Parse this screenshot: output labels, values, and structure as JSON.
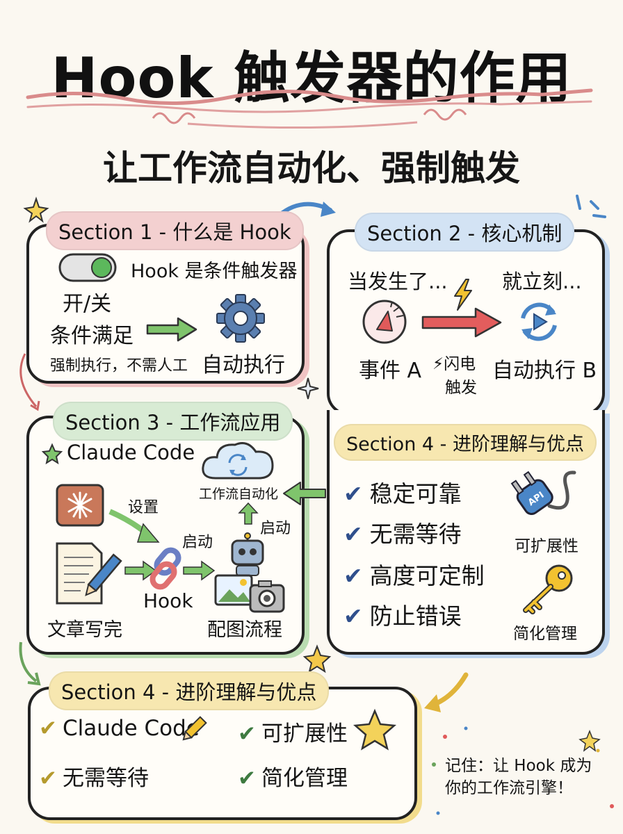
{
  "header": {
    "title": "Hook 触发器的作用",
    "subtitle": "让工作流自动化、强制触发"
  },
  "colors": {
    "red_tint": "#f3d0d0",
    "blue_tint": "#d3e3f4",
    "green_tint": "#d8ebd4",
    "yellow_tint": "#f7e7b0"
  },
  "section1": {
    "tag": "Section 1 - 什么是 Hook",
    "definition": "Hook 是条件触发器",
    "toggle_label": "开/关",
    "condition": "条件满足",
    "forced": "强制执行，不需人工",
    "auto_exec": "自动执行",
    "icons": [
      "toggle-switch-icon",
      "arrow-right-icon",
      "gear-icon"
    ]
  },
  "section2": {
    "tag": "Section 2 - 核心机制",
    "when": "当发生了...",
    "then": "就立刻...",
    "event": "事件 A",
    "lightning_line1": "⚡闪电",
    "lightning_line2": "触发",
    "action": "自动执行 B",
    "icons": [
      "lightning-icon",
      "megaphone-icon",
      "arrow-right-icon",
      "play-cycle-icon"
    ]
  },
  "section3": {
    "tag": "Section 3 - 工作流应用",
    "product": "Claude Code",
    "cloud": "工作流自动化",
    "setup": "设置",
    "start1": "启动",
    "start2": "启动",
    "hook": "Hook",
    "doc": "文章写完",
    "images": "配图流程",
    "icons": [
      "star-icon",
      "claude-logo-icon",
      "cloud-sync-icon",
      "document-pen-icon",
      "chain-link-icon",
      "robot-icon",
      "photo-camera-icon"
    ]
  },
  "section4_right": {
    "tag": "Section 4 - 进阶理解与优点",
    "items": [
      "稳定可靠",
      "无需等待",
      "高度可定制",
      "防止错误"
    ],
    "api_label": "API",
    "extensible": "可扩展性",
    "simple": "简化管理",
    "icons": [
      "check-icon",
      "api-plug-icon",
      "key-icon"
    ]
  },
  "section4_bottom": {
    "tag": "Section 4 - 进阶理解与优点",
    "items": [
      "Claude Code",
      "可扩展性",
      "无需等待",
      "简化管理"
    ],
    "icons": [
      "pencil-icon",
      "star-icon",
      "check-icon"
    ]
  },
  "footer": {
    "line1": "记住：让 Hook 成为",
    "line2": "你的工作流引擎！"
  }
}
